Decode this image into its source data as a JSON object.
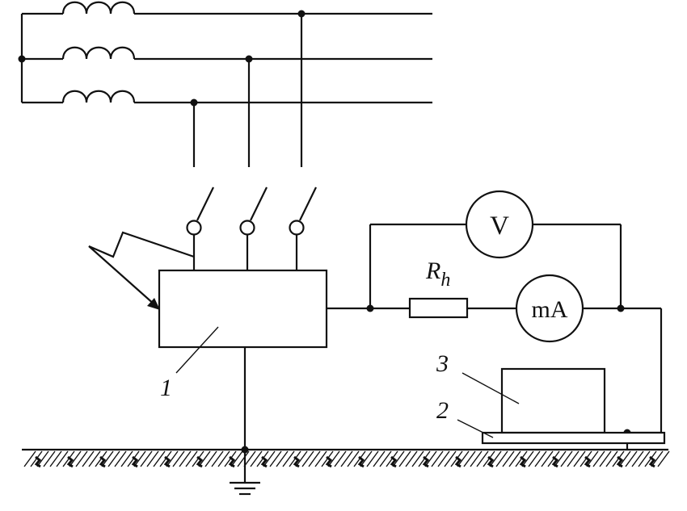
{
  "labels": {
    "voltmeter": "V",
    "milliammeter": "mA",
    "resistor_symbol": "R",
    "resistor_subscript": "h",
    "callout_1": "1",
    "callout_2": "2",
    "callout_3": "3"
  },
  "colors": {
    "line": "#111111",
    "background": "#ffffff"
  }
}
